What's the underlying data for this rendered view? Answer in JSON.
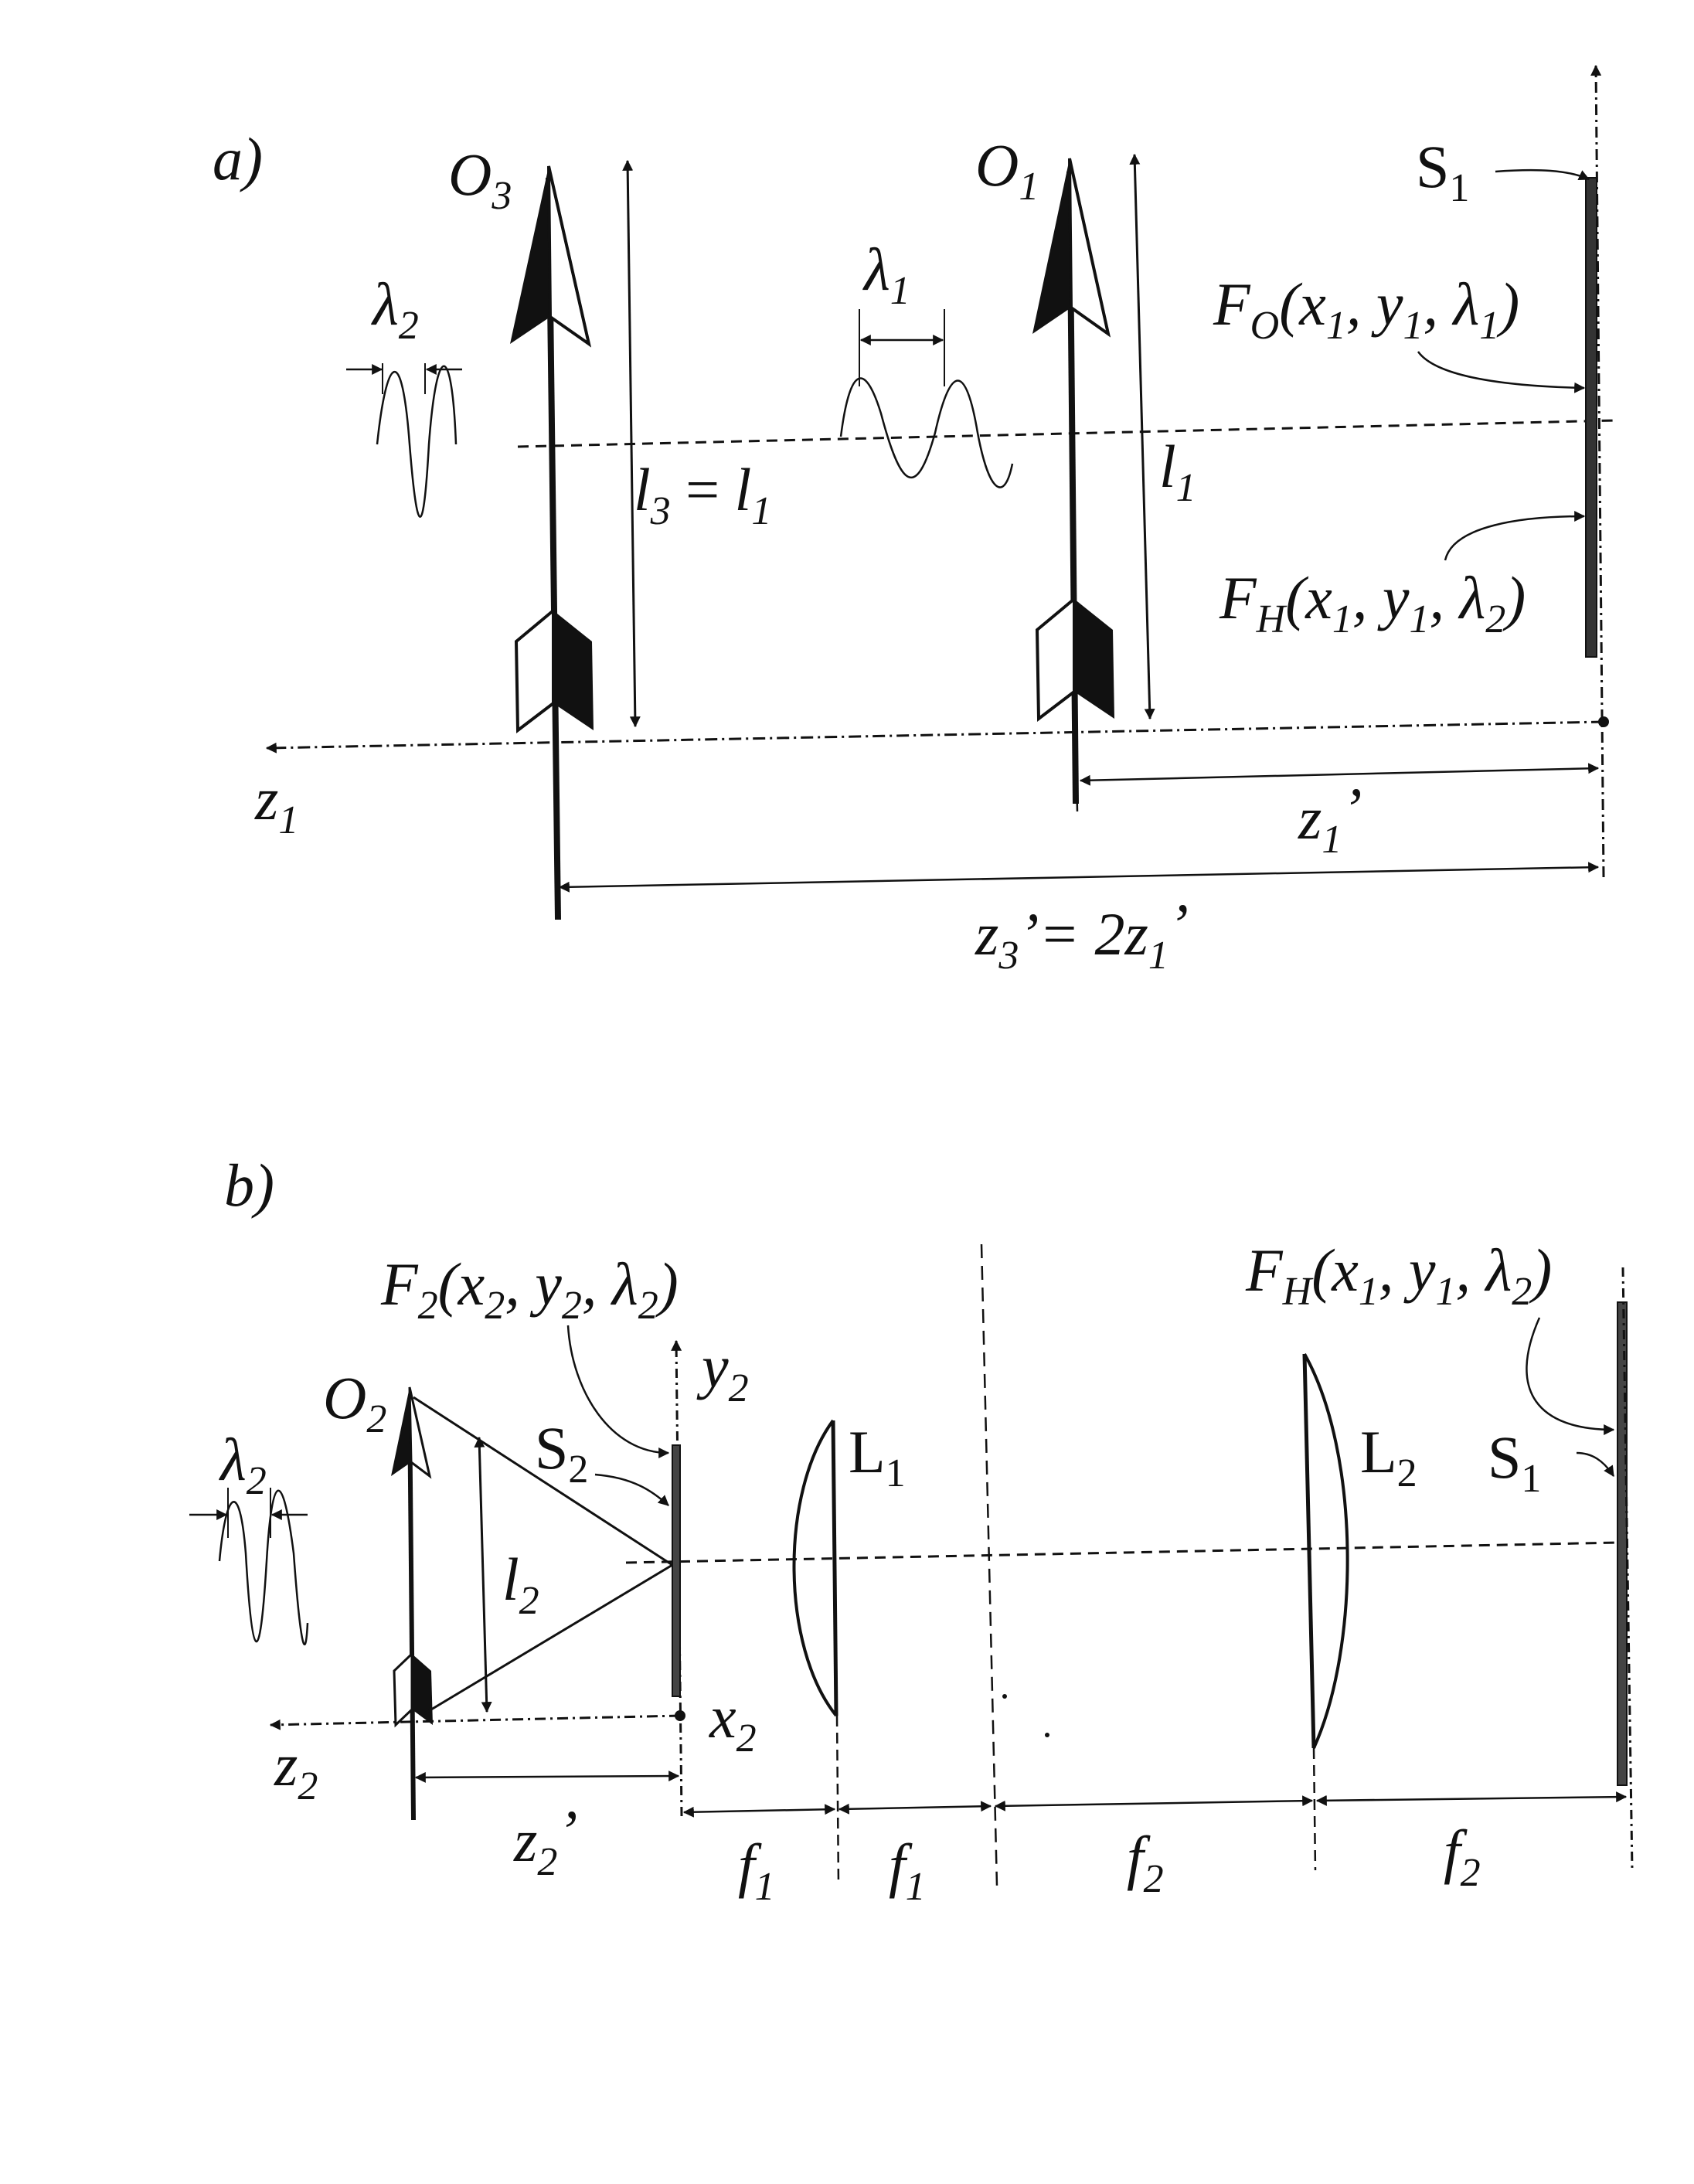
{
  "panel_a": {
    "label": "a)",
    "object_o3": {
      "letter": "O",
      "sub": "3"
    },
    "object_o1": {
      "letter": "O",
      "sub": "1"
    },
    "screen_s1": {
      "letter": "S",
      "sub": "1"
    },
    "lambda_2": {
      "letter": "λ",
      "sub": "2"
    },
    "lambda_1": {
      "letter": "λ",
      "sub": "1"
    },
    "l3_eq_l1": {
      "l": "l",
      "s3": "3",
      "eq": " = ",
      "l2": "l",
      "s1": "1"
    },
    "l1": {
      "letter": "l",
      "sub": "1"
    },
    "fo": {
      "F": "F",
      "sub": "O",
      "args": "(x",
      "a1": "1",
      "m1": ", y",
      "a2": "1",
      "m2": ", λ",
      "a3": "1",
      "end": ")"
    },
    "fh": {
      "F": "F",
      "sub": "H",
      "args": "(x",
      "a1": "1",
      "m1": ", y",
      "a2": "1",
      "m2": ", λ",
      "a3": "2",
      "end": ")"
    },
    "z1": {
      "letter": "z",
      "sub": "1"
    },
    "z1p": {
      "letter": "z",
      "sub": "1",
      "prime": "’"
    },
    "z3p": {
      "z": "z",
      "s3": "3",
      "mid": "’= 2z",
      "s1": "1",
      "prime": "’"
    }
  },
  "panel_b": {
    "label": "b)",
    "f2": {
      "F": "F",
      "sub": "2",
      "args": "(x",
      "a1": "2",
      "m1": ", y",
      "a2": "2",
      "m2": ", λ",
      "a3": "2",
      "end": ")"
    },
    "fh": {
      "F": "F",
      "sub": "H",
      "args": "(x",
      "a1": "1",
      "m1": ", y",
      "a2": "1",
      "m2": ", λ",
      "a3": "2",
      "end": ")"
    },
    "object_o2": {
      "letter": "O",
      "sub": "2"
    },
    "lambda_2": {
      "letter": "λ",
      "sub": "2"
    },
    "l2": {
      "letter": "l",
      "sub": "2"
    },
    "screen_s2": {
      "letter": "S",
      "sub": "2"
    },
    "screen_s1": {
      "letter": "S",
      "sub": "1"
    },
    "y2": {
      "letter": "y",
      "sub": "2"
    },
    "x2": {
      "letter": "x",
      "sub": "2"
    },
    "z2": {
      "letter": "z",
      "sub": "2"
    },
    "z2p": {
      "letter": "z",
      "sub": "2",
      "prime": "’"
    },
    "lens_l1": {
      "letter": "L",
      "sub": "1"
    },
    "lens_l2": {
      "letter": "L",
      "sub": "2"
    },
    "f1a": {
      "letter": "f",
      "sub": "1"
    },
    "f1b": {
      "letter": "f",
      "sub": "1"
    },
    "f2a": {
      "letter": "f",
      "sub": "2"
    },
    "f2b": {
      "letter": "f",
      "sub": "2"
    }
  }
}
